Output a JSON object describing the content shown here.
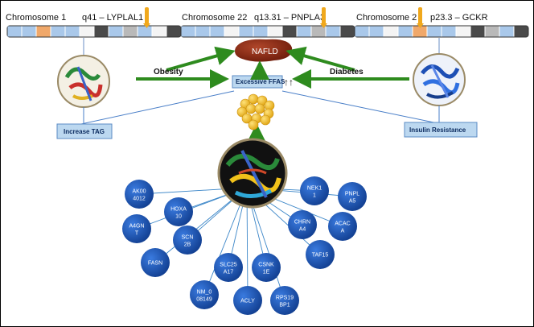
{
  "chromosomes": [
    {
      "name": "Chromosome 1",
      "locus": "q41 – LYPLAL1"
    },
    {
      "name": "Chromosome 22",
      "locus": "q13.31 – PNPLA3"
    },
    {
      "name": "Chromosome 2",
      "locus": "p23.3 – GCKR"
    }
  ],
  "center": {
    "nafld": "NAFLD",
    "ffas": "Excessive FFAS",
    "ffas_arrows": "↑↑"
  },
  "factors": {
    "obesity": "Obesity",
    "diabetes": "Diabetes"
  },
  "boxes": {
    "left": "Increase TAG",
    "right": "Insulin Resistance"
  },
  "genes": [
    {
      "l1": "AK00",
      "l2": "4012"
    },
    {
      "l1": "HOXA",
      "l2": "10"
    },
    {
      "l1": "A4GN",
      "l2": "T"
    },
    {
      "l1": "SCN",
      "l2": "2B"
    },
    {
      "l1": "FASN",
      "l2": ""
    },
    {
      "l1": "SLC25",
      "l2": "A17"
    },
    {
      "l1": "NM_0",
      "l2": "08149"
    },
    {
      "l1": "ACLY",
      "l2": ""
    },
    {
      "l1": "CSNK",
      "l2": "1E"
    },
    {
      "l1": "RPS19",
      "l2": "BP1"
    },
    {
      "l1": "NEK1",
      "l2": "1"
    },
    {
      "l1": "PNPL",
      "l2": "A5"
    },
    {
      "l1": "CHRN",
      "l2": "A4"
    },
    {
      "l1": "ACAC",
      "l2": "A"
    },
    {
      "l1": "TAF15",
      "l2": ""
    }
  ],
  "colors": {
    "gene_node": "#1f57b8",
    "arrow_green": "#2e8b1e",
    "box_fill": "#bcd8f0",
    "box_border": "#5b8bc4",
    "liver": "#8b2a14"
  }
}
